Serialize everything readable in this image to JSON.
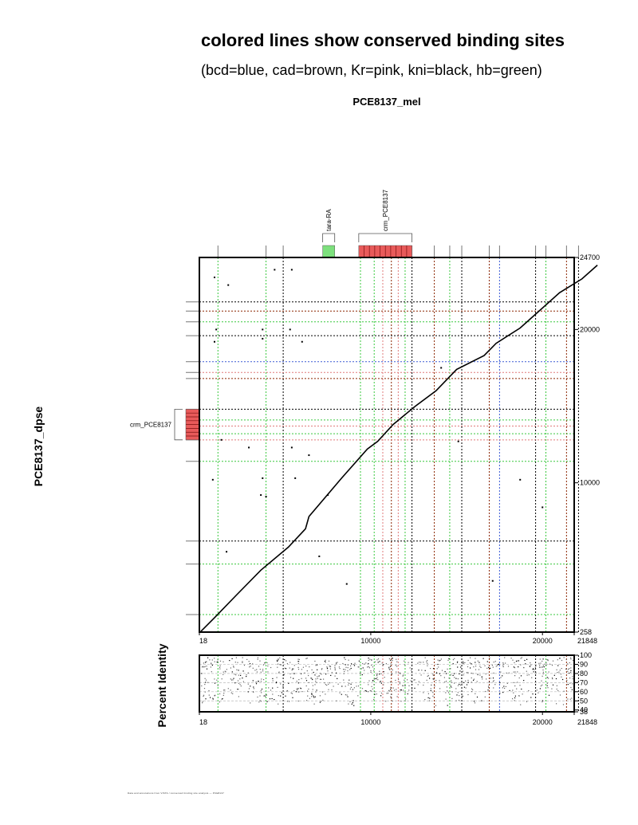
{
  "title": "colored lines show conserved binding sites",
  "subtitle": "(bcd=blue, cad=brown, Kr=pink, kni=black, hb=green)",
  "footer": "Data and annotations from VISTA / conserved binding site analysis — PCE8137",
  "colors": {
    "bcd": "#3b5bd6",
    "cad": "#8b2500",
    "Kr": "#e07a7a",
    "kni": "#000000",
    "hb": "#39c83d",
    "annotation_red": "#e85a5a",
    "annotation_green": "#7de07d"
  },
  "chart_data": [
    {
      "type": "scatter",
      "name": "dotplot",
      "xlabel": "PCE8137_mel",
      "ylabel": "PCE8137_dpse",
      "xlim": [
        18,
        21848
      ],
      "ylim": [
        258,
        24700
      ],
      "x_ticks": [
        18,
        10000,
        20000,
        21848
      ],
      "y_ticks": [
        258,
        10000,
        20000,
        24700
      ],
      "top_annotations": [
        {
          "label": "tara-RA",
          "start": 7200,
          "end": 7900,
          "color": "annotation_green"
        },
        {
          "label": "crm_PCE8137",
          "start": 9300,
          "end": 12400,
          "color": "annotation_red"
        }
      ],
      "left_annotations": [
        {
          "label": "crm_PCE8137",
          "start": 12800,
          "end": 14800,
          "color": "annotation_red"
        }
      ],
      "x_site_lines": [
        {
          "pos": 1100,
          "factor": "hb"
        },
        {
          "pos": 3900,
          "factor": "hb"
        },
        {
          "pos": 4900,
          "factor": "kni"
        },
        {
          "pos": 9400,
          "factor": "hb"
        },
        {
          "pos": 10200,
          "factor": "hb"
        },
        {
          "pos": 10700,
          "factor": "Kr"
        },
        {
          "pos": 11200,
          "factor": "cad"
        },
        {
          "pos": 11600,
          "factor": "Kr"
        },
        {
          "pos": 12000,
          "factor": "hb"
        },
        {
          "pos": 12400,
          "factor": "kni"
        },
        {
          "pos": 13700,
          "factor": "cad"
        },
        {
          "pos": 14600,
          "factor": "hb"
        },
        {
          "pos": 15300,
          "factor": "kni"
        },
        {
          "pos": 16900,
          "factor": "cad"
        },
        {
          "pos": 17500,
          "factor": "bcd"
        },
        {
          "pos": 19600,
          "factor": "kni"
        },
        {
          "pos": 20200,
          "factor": "hb"
        },
        {
          "pos": 21400,
          "factor": "cad"
        },
        {
          "pos": 22100,
          "factor": "kni"
        }
      ],
      "y_site_lines": [
        {
          "pos": 1400,
          "factor": "hb"
        },
        {
          "pos": 4700,
          "factor": "hb"
        },
        {
          "pos": 6200,
          "factor": "kni"
        },
        {
          "pos": 11400,
          "factor": "hb"
        },
        {
          "pos": 12800,
          "factor": "Kr"
        },
        {
          "pos": 13200,
          "factor": "hb"
        },
        {
          "pos": 13700,
          "factor": "Kr"
        },
        {
          "pos": 14100,
          "factor": "hb"
        },
        {
          "pos": 14800,
          "factor": "kni"
        },
        {
          "pos": 16800,
          "factor": "cad"
        },
        {
          "pos": 17200,
          "factor": "Kr"
        },
        {
          "pos": 17900,
          "factor": "bcd"
        },
        {
          "pos": 19600,
          "factor": "kni"
        },
        {
          "pos": 20500,
          "factor": "hb"
        },
        {
          "pos": 21200,
          "factor": "cad"
        },
        {
          "pos": 21800,
          "factor": "kni"
        }
      ],
      "alignment_diagonal": [
        [
          100,
          300
        ],
        [
          900,
          1200
        ],
        [
          2200,
          2700
        ],
        [
          3600,
          4300
        ],
        [
          5200,
          5800
        ],
        [
          6200,
          7000
        ],
        [
          6400,
          7800
        ],
        [
          8300,
          10300
        ],
        [
          9800,
          12200
        ],
        [
          10400,
          12700
        ],
        [
          11300,
          13800
        ],
        [
          12600,
          15000
        ],
        [
          13800,
          16000
        ],
        [
          15000,
          17400
        ],
        [
          16600,
          18300
        ],
        [
          17300,
          19100
        ],
        [
          18700,
          20100
        ],
        [
          19600,
          21000
        ],
        [
          21000,
          22400
        ],
        [
          22300,
          23300
        ],
        [
          23200,
          24200
        ]
      ],
      "scatter_points": [
        [
          900,
          23400
        ],
        [
          1700,
          22900
        ],
        [
          4400,
          23900
        ],
        [
          5400,
          23900
        ],
        [
          1000,
          20000
        ],
        [
          3700,
          20000
        ],
        [
          3700,
          19400
        ],
        [
          5300,
          20000
        ],
        [
          6000,
          19200
        ],
        [
          900,
          19200
        ],
        [
          1300,
          12800
        ],
        [
          2900,
          12300
        ],
        [
          5400,
          12300
        ],
        [
          6400,
          11800
        ],
        [
          800,
          10200
        ],
        [
          3700,
          10300
        ],
        [
          5600,
          10300
        ],
        [
          3600,
          9200
        ],
        [
          3900,
          9100
        ],
        [
          7500,
          9200
        ],
        [
          1600,
          5500
        ],
        [
          7000,
          5200
        ],
        [
          8600,
          3400
        ],
        [
          17100,
          3600
        ],
        [
          14100,
          17500
        ],
        [
          15100,
          12700
        ],
        [
          18700,
          10200
        ],
        [
          20000,
          8400
        ]
      ]
    },
    {
      "type": "scatter",
      "name": "percent identity",
      "ylabel": "Percent Identity",
      "xlim": [
        18,
        21848
      ],
      "ylim": [
        38,
        100
      ],
      "x_ticks": [
        18,
        10000,
        20000,
        21848
      ],
      "y_ticks": [
        38,
        40,
        50,
        60,
        70,
        80,
        90,
        100
      ]
    }
  ]
}
